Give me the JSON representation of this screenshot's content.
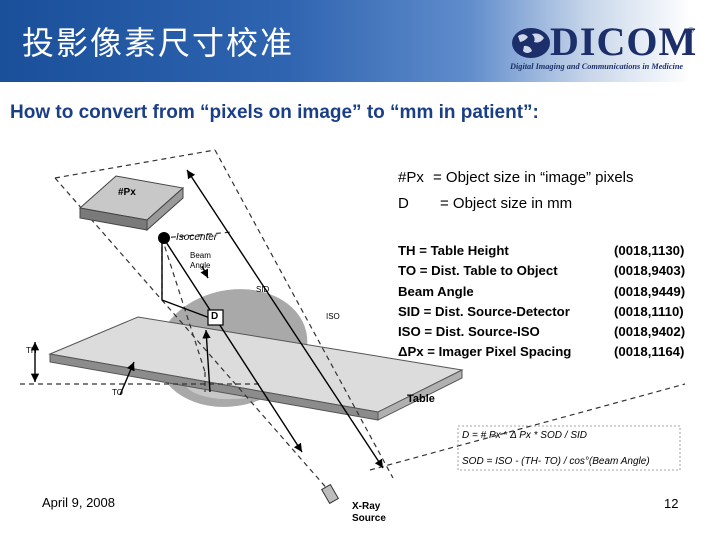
{
  "header": {
    "title": "投影像素尺寸校准",
    "logo_text": "DICOM",
    "logo_tm": "®",
    "logo_tagline": "Digital Imaging and Communications in Medicine"
  },
  "subtitle": "How to convert from “pixels on image” to “mm in patient”:",
  "diagram": {
    "detector_label": "#Px",
    "isocenter_label": "Isocenter",
    "beam_angle_label": [
      "Beam",
      "Angle"
    ],
    "sid_label": "SID",
    "iso_label": "ISO",
    "object_label": "D",
    "th_label": "TH",
    "to_label": "TO",
    "table_label": "Table",
    "xray_label": [
      "X-Ray",
      "Source"
    ]
  },
  "definitions": [
    {
      "term": "#Px",
      "desc": "= Object size in “image” pixels"
    },
    {
      "term": "D",
      "desc": "= Object size in mm"
    }
  ],
  "specs": [
    {
      "text": "TH = Table Height",
      "tag": "(0018,1130)"
    },
    {
      "text": "TO = Dist. Table to Object",
      "tag": "(0018,9403)"
    },
    {
      "text": "Beam Angle",
      "tag": "(0018,9449)"
    },
    {
      "text": "SID = Dist. Source-Detector",
      "tag": "(0018,1110)"
    },
    {
      "text": "ISO = Dist. Source-ISO",
      "tag": "(0018,9402)"
    },
    {
      "text": "ΔPx = Imager Pixel Spacing",
      "tag": "(0018,1164)"
    }
  ],
  "formulas": [
    "D = # Px * Δ Px * SOD / SID",
    "SOD = ISO - (TH- TO) / cos°(Beam Angle)"
  ],
  "footer": {
    "date": "April 9, 2008",
    "page": "12"
  }
}
